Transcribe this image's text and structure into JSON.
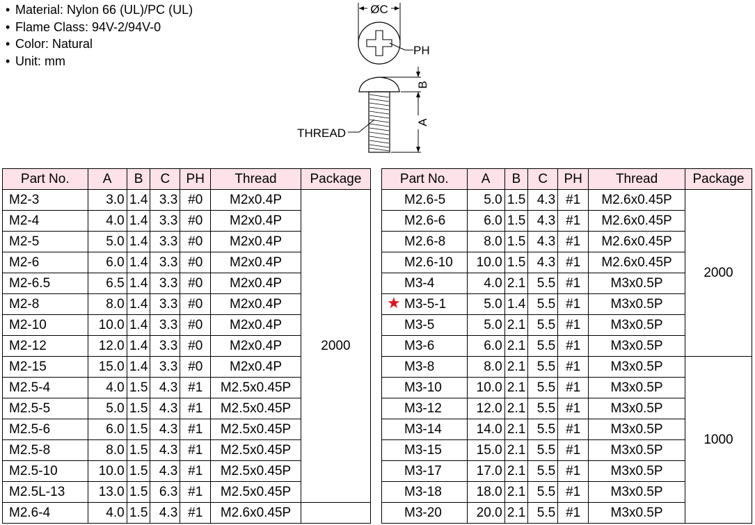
{
  "specs": [
    {
      "bullet": "•",
      "text": "Material: Nylon 66 (UL)/PC (UL)"
    },
    {
      "bullet": "•",
      "text": "Flame Class: 94V-2/94V-0"
    },
    {
      "bullet": "•",
      "text": "Color: Natural"
    },
    {
      "bullet": "•",
      "text": "Unit: mm"
    }
  ],
  "drawing": {
    "dim_c": "ØC",
    "label_ph": "PH",
    "dim_b": "B",
    "dim_a": "A",
    "label_thread": "THREAD"
  },
  "headers": [
    "Part No.",
    "A",
    "B",
    "C",
    "PH",
    "Thread",
    "Package"
  ],
  "table_left": {
    "rows": [
      {
        "part": "M2-3",
        "a": "3.0",
        "b": "1.4",
        "c": "3.3",
        "ph": "#0",
        "thread": "M2x0.4P"
      },
      {
        "part": "M2-4",
        "a": "4.0",
        "b": "1.4",
        "c": "3.3",
        "ph": "#0",
        "thread": "M2x0.4P"
      },
      {
        "part": "M2-5",
        "a": "5.0",
        "b": "1.4",
        "c": "3.3",
        "ph": "#0",
        "thread": "M2x0.4P"
      },
      {
        "part": "M2-6",
        "a": "6.0",
        "b": "1.4",
        "c": "3.3",
        "ph": "#0",
        "thread": "M2x0.4P"
      },
      {
        "part": "M2-6.5",
        "a": "6.5",
        "b": "1.4",
        "c": "3.3",
        "ph": "#0",
        "thread": "M2x0.4P"
      },
      {
        "part": "M2-8",
        "a": "8.0",
        "b": "1.4",
        "c": "3.3",
        "ph": "#0",
        "thread": "M2x0.4P"
      },
      {
        "part": "M2-10",
        "a": "10.0",
        "b": "1.4",
        "c": "3.3",
        "ph": "#0",
        "thread": "M2x0.4P"
      },
      {
        "part": "M2-12",
        "a": "12.0",
        "b": "1.4",
        "c": "3.3",
        "ph": "#0",
        "thread": "M2x0.4P"
      },
      {
        "part": "M2-15",
        "a": "15.0",
        "b": "1.4",
        "c": "3.3",
        "ph": "#0",
        "thread": "M2x0.4P"
      },
      {
        "part": "M2.5-4",
        "a": "4.0",
        "b": "1.5",
        "c": "4.3",
        "ph": "#1",
        "thread": "M2.5x0.45P"
      },
      {
        "part": "M2.5-5",
        "a": "5.0",
        "b": "1.5",
        "c": "4.3",
        "ph": "#1",
        "thread": "M2.5x0.45P"
      },
      {
        "part": "M2.5-6",
        "a": "6.0",
        "b": "1.5",
        "c": "4.3",
        "ph": "#1",
        "thread": "M2.5x0.45P"
      },
      {
        "part": "M2.5-8",
        "a": "8.0",
        "b": "1.5",
        "c": "4.3",
        "ph": "#1",
        "thread": "M2.5x0.45P"
      },
      {
        "part": "M2.5-10",
        "a": "10.0",
        "b": "1.5",
        "c": "4.3",
        "ph": "#1",
        "thread": "M2.5x0.45P"
      },
      {
        "part": "M2.5L-13",
        "a": "13.0",
        "b": "1.5",
        "c": "6.3",
        "ph": "#1",
        "thread": "M2.5x0.45P"
      },
      {
        "part": "M2.6-4",
        "a": "4.0",
        "b": "1.5",
        "c": "4.3",
        "ph": "#1",
        "thread": "M2.6x0.45P"
      }
    ],
    "package_groups": [
      {
        "label": "2000",
        "span": 15
      },
      {
        "label": "",
        "span": 1
      }
    ]
  },
  "table_right": {
    "rows": [
      {
        "part": "M2.6-5",
        "a": "5.0",
        "b": "1.5",
        "c": "4.3",
        "ph": "#1",
        "thread": "M2.6x0.45P"
      },
      {
        "part": "M2.6-6",
        "a": "6.0",
        "b": "1.5",
        "c": "4.3",
        "ph": "#1",
        "thread": "M2.6x0.45P"
      },
      {
        "part": "M2.6-8",
        "a": "8.0",
        "b": "1.5",
        "c": "4.3",
        "ph": "#1",
        "thread": "M2.6x0.45P"
      },
      {
        "part": "M2.6-10",
        "a": "10.0",
        "b": "1.5",
        "c": "4.3",
        "ph": "#1",
        "thread": "M2.6x0.45P"
      },
      {
        "part": "M3-4",
        "a": "4.0",
        "b": "2.1",
        "c": "5.5",
        "ph": "#1",
        "thread": "M3x0.5P"
      },
      {
        "part": "M3-5-1",
        "a": "5.0",
        "b": "1.4",
        "c": "5.5",
        "ph": "#1",
        "thread": "M3x0.5P",
        "marker": "★"
      },
      {
        "part": "M3-5",
        "a": "5.0",
        "b": "2.1",
        "c": "5.5",
        "ph": "#1",
        "thread": "M3x0.5P"
      },
      {
        "part": "M3-6",
        "a": "6.0",
        "b": "2.1",
        "c": "5.5",
        "ph": "#1",
        "thread": "M3x0.5P"
      },
      {
        "part": "M3-8",
        "a": "8.0",
        "b": "2.1",
        "c": "5.5",
        "ph": "#1",
        "thread": "M3x0.5P"
      },
      {
        "part": "M3-10",
        "a": "10.0",
        "b": "2.1",
        "c": "5.5",
        "ph": "#1",
        "thread": "M3x0.5P"
      },
      {
        "part": "M3-12",
        "a": "12.0",
        "b": "2.1",
        "c": "5.5",
        "ph": "#1",
        "thread": "M3x0.5P"
      },
      {
        "part": "M3-14",
        "a": "14.0",
        "b": "2.1",
        "c": "5.5",
        "ph": "#1",
        "thread": "M3x0.5P"
      },
      {
        "part": "M3-15",
        "a": "15.0",
        "b": "2.1",
        "c": "5.5",
        "ph": "#1",
        "thread": "M3x0.5P"
      },
      {
        "part": "M3-17",
        "a": "17.0",
        "b": "2.1",
        "c": "5.5",
        "ph": "#1",
        "thread": "M3x0.5P"
      },
      {
        "part": "M3-18",
        "a": "18.0",
        "b": "2.1",
        "c": "5.5",
        "ph": "#1",
        "thread": "M3x0.5P"
      },
      {
        "part": "M3-20",
        "a": "20.0",
        "b": "2.1",
        "c": "5.5",
        "ph": "#1",
        "thread": "M3x0.5P"
      }
    ],
    "package_groups": [
      {
        "label": "2000",
        "span": 8
      },
      {
        "label": "1000",
        "span": 8
      }
    ]
  },
  "colors": {
    "header_bg": "#fde2e9",
    "star": "#e0101c"
  }
}
